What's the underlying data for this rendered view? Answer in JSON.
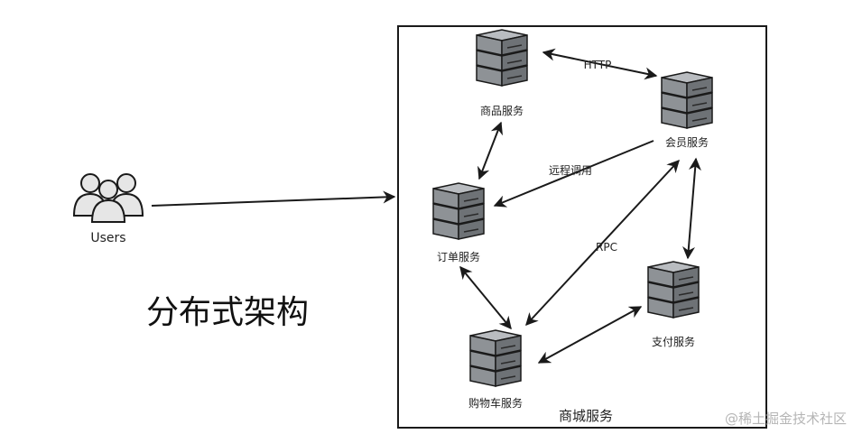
{
  "title": "分布式架构",
  "users": {
    "label": "Users"
  },
  "container": {
    "label": "商城服务"
  },
  "services": {
    "product": "商品服务",
    "member": "会员服务",
    "order": "订单服务",
    "payment": "支付服务",
    "cart": "购物车服务"
  },
  "edges": {
    "http": "HTTP",
    "remote_call": "远程调用",
    "rpc": "RPC"
  },
  "watermark": "@稀土掘金技术社区",
  "colors": {
    "server_fill": "#8e9296",
    "server_dark": "#5f6368",
    "stroke": "#1a1a1a",
    "user_fill": "#e6e6e6"
  }
}
